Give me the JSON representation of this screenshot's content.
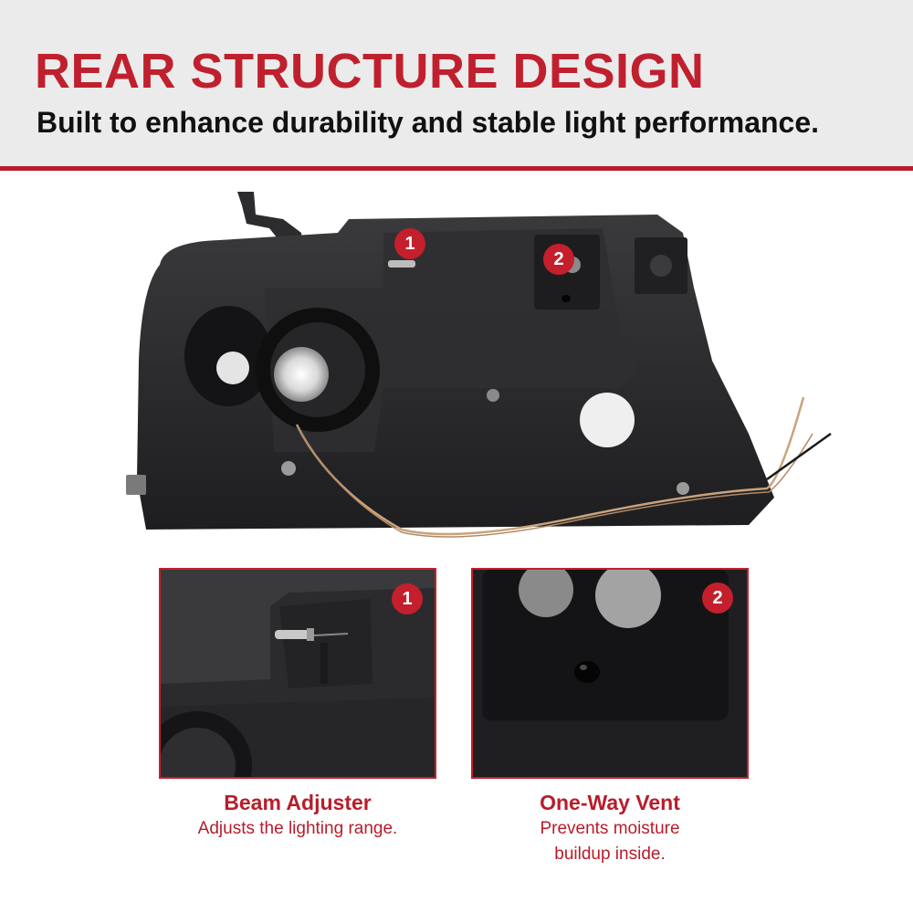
{
  "header": {
    "title": "REAR STRUCTURE DESIGN",
    "subtitle": "Built to enhance durability and stable light performance."
  },
  "colors": {
    "accent": "#c41f2c",
    "header_bg": "#ebebeb",
    "housing": "#2a2a2c"
  },
  "hero": {
    "markers": [
      "1",
      "2"
    ]
  },
  "features": [
    {
      "number": "1",
      "title": "Beam Adjuster",
      "description": "Adjusts the lighting range."
    },
    {
      "number": "2",
      "title": "One-Way Vent",
      "description_line1": "Prevents moisture",
      "description_line2": "buildup inside."
    }
  ]
}
